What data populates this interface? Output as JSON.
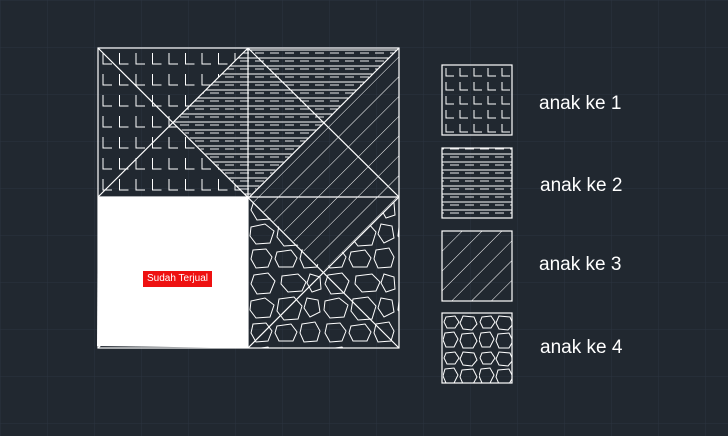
{
  "plot": {
    "sold_label": "Sudah Terjual",
    "parcels": [
      {
        "id": 1,
        "pattern": "grid-l"
      },
      {
        "id": 2,
        "pattern": "dash-lines"
      },
      {
        "id": 3,
        "pattern": "diagonal"
      },
      {
        "id": 4,
        "pattern": "stones"
      },
      {
        "id": 5,
        "pattern": "sold"
      }
    ]
  },
  "legend": [
    {
      "label": "anak ke 1",
      "pattern": "grid-l"
    },
    {
      "label": "anak ke 2",
      "pattern": "dash-lines"
    },
    {
      "label": "anak ke 3",
      "pattern": "diagonal"
    },
    {
      "label": "anak ke 4",
      "pattern": "stones"
    }
  ],
  "colors": {
    "background": "#212830",
    "grid": "#2c3440",
    "line": "#ffffff",
    "sold_fill": "#ffffff",
    "badge": "#ee1111"
  }
}
